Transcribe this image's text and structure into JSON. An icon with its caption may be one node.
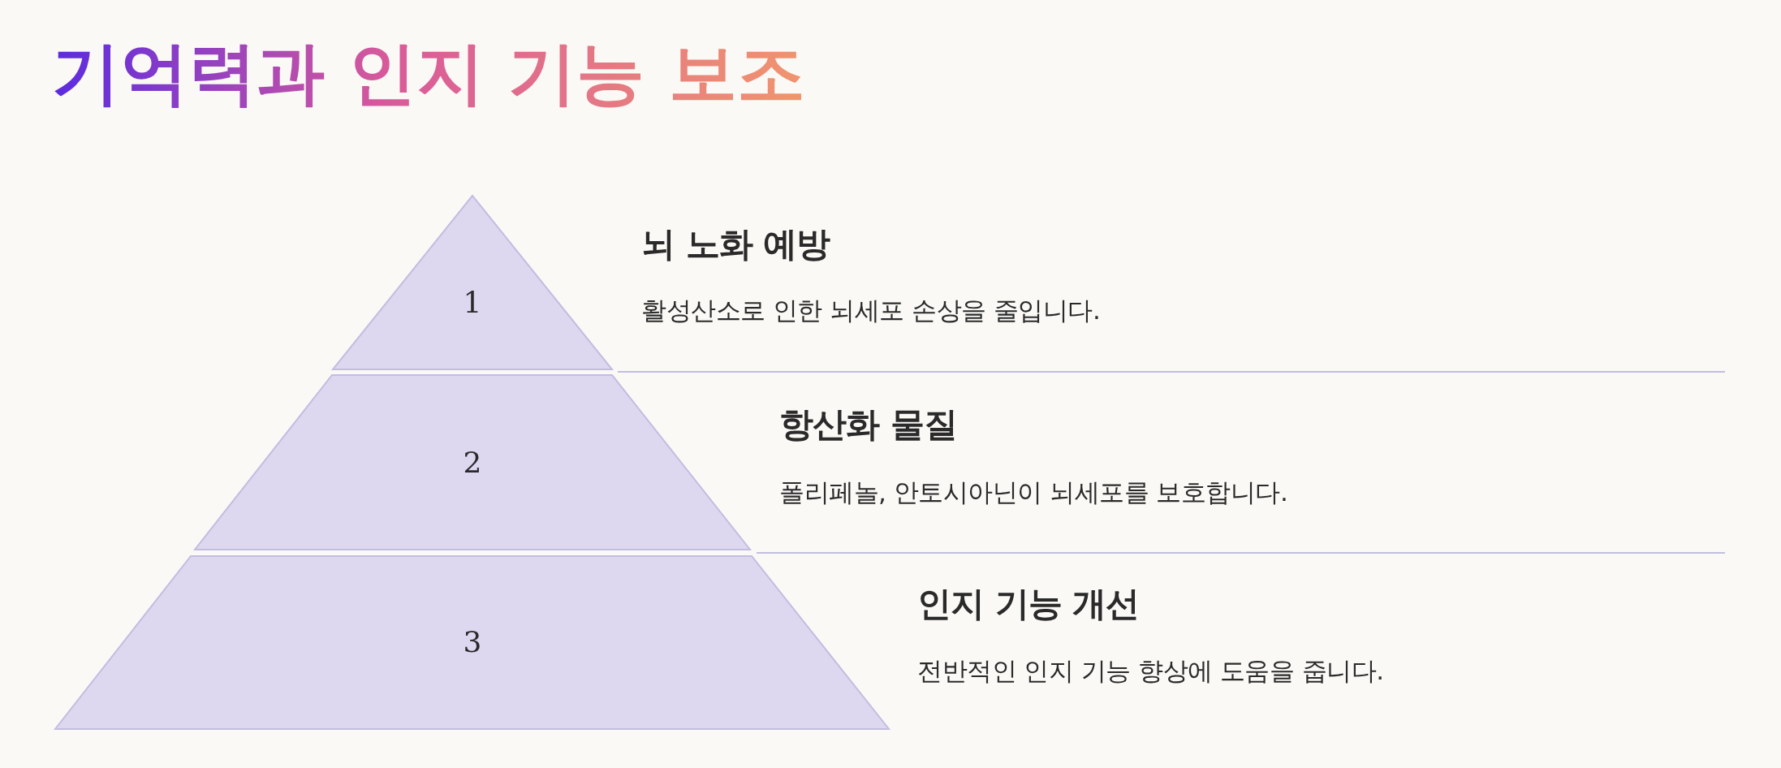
{
  "diagram": {
    "title": "기억력과 인지 기능 보조",
    "nodes": [
      {
        "text": [
          "1"
        ],
        "beside": [
          "뇌 노화 예방",
          "활성산소로 인한 뇌세포 손상을 줄입니다."
        ]
      },
      {
        "text": [
          "2"
        ],
        "beside": [
          "항산화 물질",
          "폴리페놀, 안토시아닌이 뇌세포를 보호합니다."
        ]
      },
      {
        "text": [
          "3"
        ],
        "beside": [
          "인지 기능 개선",
          "전반적인 인지 기능 향상에 도움을 줍니다."
        ]
      }
    ]
  }
}
